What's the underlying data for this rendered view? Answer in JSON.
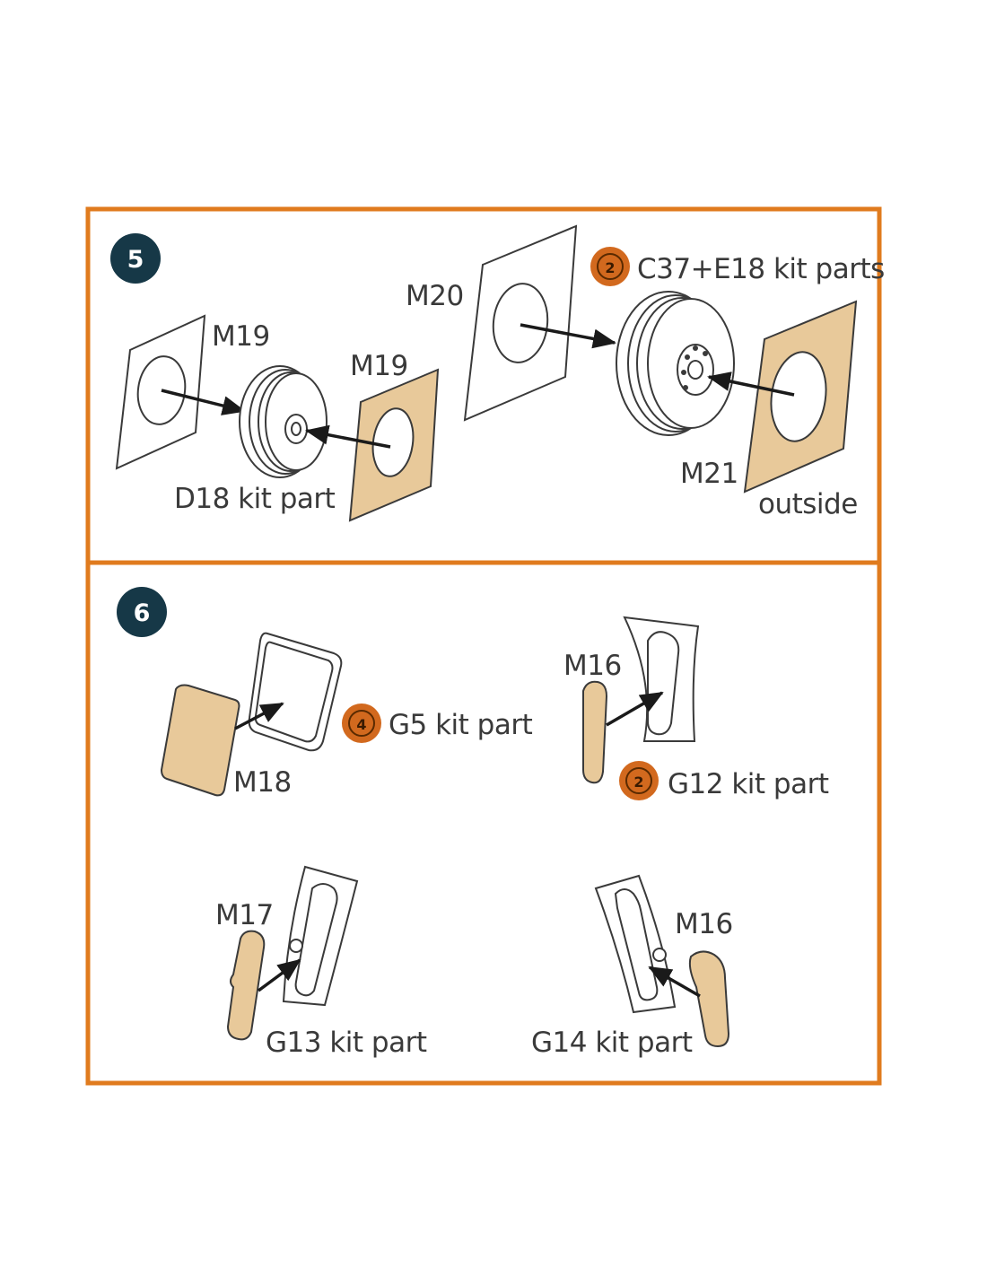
{
  "colors": {
    "frame": "#e07b1e",
    "step_badge": "#163847",
    "tan_mask": "#e8c99a",
    "ref_badge": "#d2691e"
  },
  "step5": {
    "number": "5",
    "labels": {
      "m19_left": "M19",
      "m19_right": "M19",
      "d18": "D18 kit part",
      "m20": "M20",
      "c37": "C37+E18 kit parts",
      "m21": "M21",
      "outside": "outside"
    },
    "ref_badge": "2"
  },
  "step6": {
    "number": "6",
    "labels": {
      "m18": "M18",
      "g5": "G5 kit part",
      "m16_top": "M16",
      "g12": "G12 kit part",
      "m17": "M17",
      "g13": "G13 kit part",
      "m16_bottom": "M16",
      "g14": "G14 kit part"
    },
    "ref_badge_g5": "4",
    "ref_badge_g12": "2"
  }
}
